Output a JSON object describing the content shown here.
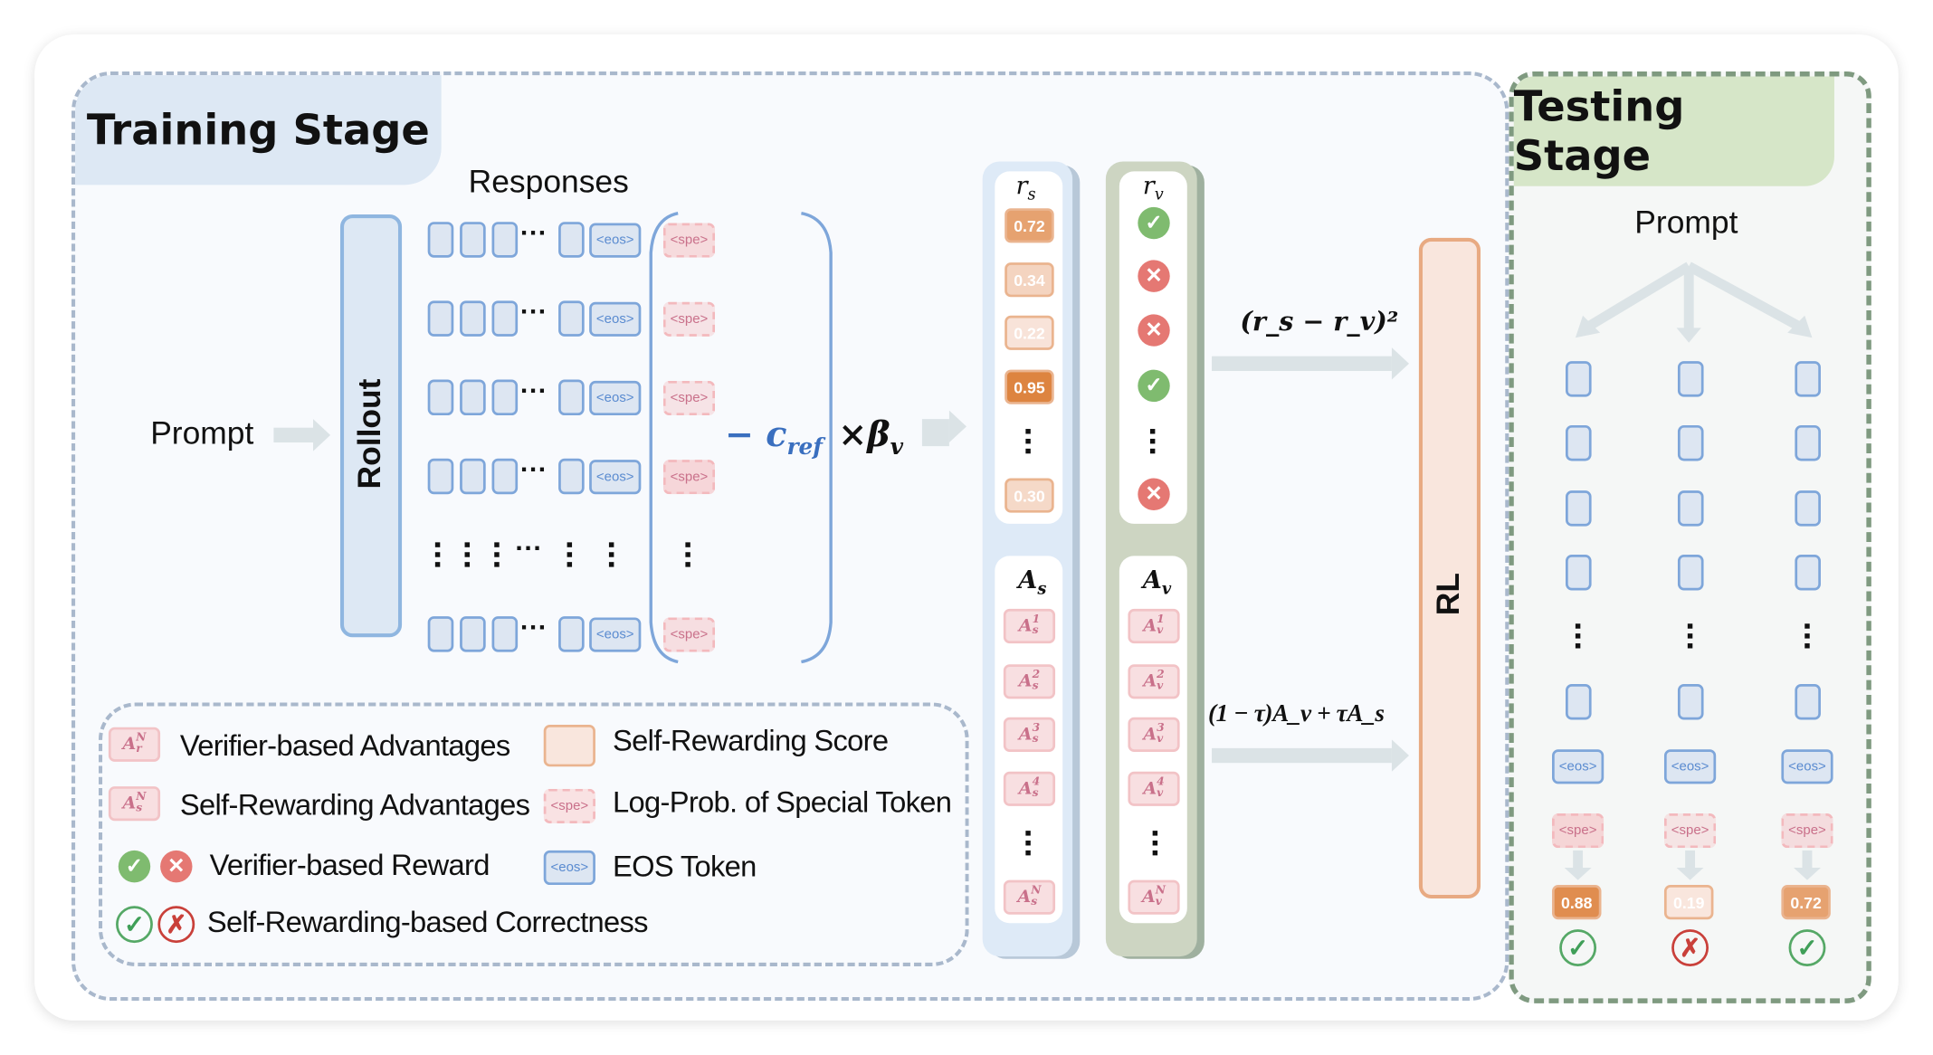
{
  "training": {
    "title": "Training Stage",
    "prompt": "Prompt",
    "rollout": "Rollout",
    "responses_label": "Responses",
    "eos": "<eos>",
    "spe": "<spe>",
    "spe_intensity": [
      0.55,
      0.3,
      0.3,
      0.7,
      0.0,
      0.45
    ],
    "bracket_minus": "−",
    "c_ref": {
      "base": "c",
      "sub": "ref"
    },
    "times_beta": {
      "base": "×β",
      "sub": "v"
    },
    "rs": {
      "base": "r",
      "sub": "s",
      "scores": [
        "0.72",
        "0.34",
        "0.22",
        "0.95",
        "0.30"
      ]
    },
    "rv": {
      "base": "r",
      "sub": "v",
      "rewards": [
        "correct",
        "wrong",
        "wrong",
        "correct",
        "wrong"
      ]
    },
    "As": {
      "base": "A",
      "sub": "s",
      "items": [
        {
          "sup": "1",
          "sub": "s"
        },
        {
          "sup": "2",
          "sub": "s"
        },
        {
          "sup": "3",
          "sub": "s"
        },
        {
          "sup": "4",
          "sub": "s"
        },
        {
          "sup": "N",
          "sub": "s"
        }
      ]
    },
    "Av": {
      "base": "A",
      "sub": "v",
      "items": [
        {
          "sup": "1",
          "sub": "v"
        },
        {
          "sup": "2",
          "sub": "v"
        },
        {
          "sup": "3",
          "sub": "v"
        },
        {
          "sup": "4",
          "sub": "v"
        },
        {
          "sup": "N",
          "sub": "v"
        }
      ]
    },
    "loss_label": "(r_s − r_v)²",
    "adv_label": "(1 − τ)A_v + τA_s",
    "rl": "RL"
  },
  "legend": {
    "verifier_adv_icon": {
      "base": "A",
      "sup": "N",
      "sub": "r"
    },
    "verifier_adv": "Verifier-based Advantages",
    "self_adv_icon": {
      "base": "A",
      "sup": "N",
      "sub": "s"
    },
    "self_adv": "Self-Rewarding Advantages",
    "verifier_reward": "Verifier-based Reward",
    "self_correctness": "Self-Rewarding-based Correctness",
    "self_score": "Self-Rewarding Score",
    "spe_icon": "<spe>",
    "spe_text": "Log-Prob. of Special Token",
    "eos_icon": "<eos>",
    "eos_text": "EOS Token"
  },
  "testing": {
    "title": "Testing Stage",
    "prompt": "Prompt",
    "eos": "<eos>",
    "spe": "<spe>",
    "scores": [
      "0.88",
      "0.19",
      "0.72"
    ],
    "spe_intensity": [
      0.7,
      0.2,
      0.45
    ],
    "correctness": [
      "correct",
      "wrong",
      "correct"
    ]
  },
  "colors": {
    "score_light": "#f9e6dd",
    "score_dark": "#dd8440",
    "token_border": "#7ea6da",
    "spe_text": "#c9708a",
    "correct": "#7fbb6f",
    "wrong": "#e57873"
  }
}
